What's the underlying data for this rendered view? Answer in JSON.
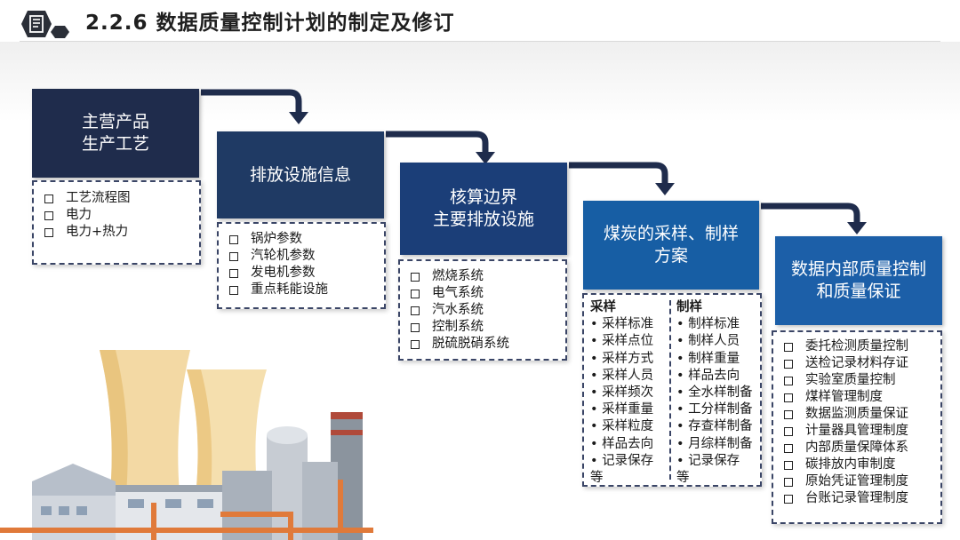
{
  "header": {
    "title": "2.2.6  数据质量控制计划的制定及修订",
    "icon": "document-icon",
    "icon_color": "#2b2f38"
  },
  "colors": {
    "step1": "#1f2c4c",
    "step2": "#1f3a64",
    "step3": "#1b3e78",
    "step4": "#175ea4",
    "step5": "#1c5fa8",
    "arrow": "#1f2c4c",
    "list_border": "#3a4566"
  },
  "steps": [
    {
      "title_lines": [
        "主营产品",
        "生产工艺"
      ],
      "items": [
        "工艺流程图",
        "电力",
        "电力+热力"
      ]
    },
    {
      "title_lines": [
        "排放设施信息"
      ],
      "items": [
        "锅炉参数",
        "汽轮机参数",
        "发电机参数",
        "重点耗能设施"
      ]
    },
    {
      "title_lines": [
        "核算边界",
        "主要排放设施"
      ],
      "items": [
        "燃烧系统",
        "电气系统",
        "汽水系统",
        "控制系统",
        "脱硫脱硝系统"
      ]
    },
    {
      "title_lines": [
        "煤炭的采样、制样",
        "方案"
      ],
      "columns": [
        {
          "heading": "采样",
          "items": [
            "• 采样标准",
            "• 采样点位",
            "• 采样方式",
            "• 采样人员",
            "• 采样频次",
            "• 采样重量",
            "• 采样粒度",
            "• 样品去向",
            "• 记录保存",
            "等"
          ]
        },
        {
          "heading": "制样",
          "items": [
            "• 制样标准",
            "• 制样人员",
            "• 制样重量",
            "• 样品去向",
            "• 全水样制备",
            "• 工分样制备",
            "• 存查样制备",
            "• 月综样制备",
            "• 记录保存",
            "等"
          ]
        }
      ]
    },
    {
      "title_lines": [
        "数据内部质量控制",
        "和质量保证"
      ],
      "items": [
        "委托检测质量控制",
        "送检记录材料存证",
        "实验室质量控制",
        "煤样管理制度",
        "数据监测质量保证",
        "计量器具管理制度",
        "内部质量保障体系",
        "碳排放内审制度",
        "原始凭证管理制度",
        "台账记录管理制度"
      ]
    }
  ],
  "illustration": "power-plant-illustration"
}
